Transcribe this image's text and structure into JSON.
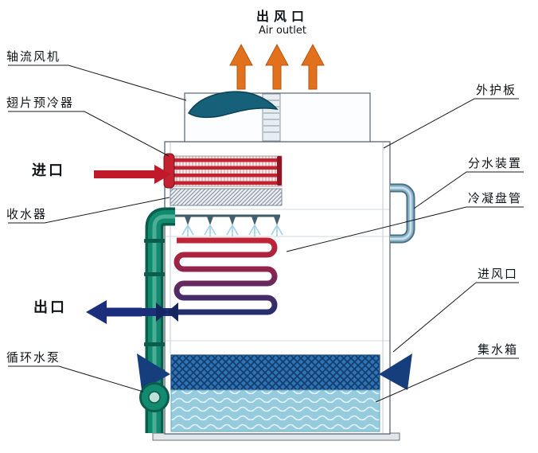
{
  "diagram_title": "Closed circuit cooling tower schematic",
  "labels": {
    "air_outlet_zh": "出风口",
    "air_outlet_en": "Air outlet",
    "axial_fan": "轴流风机",
    "finned_precooler": "翅片预冷器",
    "inlet": "进口",
    "drift_eliminator": "收水器",
    "outlet": "出口",
    "circulating_pump": "循环水泵",
    "outer_casing": "外护板",
    "water_distributor": "分水装置",
    "condensing_coil": "冷凝盘管",
    "air_inlet": "进风口",
    "water_basin": "集水箱"
  },
  "colors": {
    "arrow_up_orange": "#e2711d",
    "inlet_red": "#c01a2a",
    "coil_hot_red": "#c22534",
    "coil_cold_navy": "#232e6e",
    "outlet_navy": "#1c2f7c",
    "pipe_green": "#118a6f",
    "fan_teal": "#16607a",
    "louver_blue": "#2e74b5",
    "water_blue": "#96cadd"
  }
}
